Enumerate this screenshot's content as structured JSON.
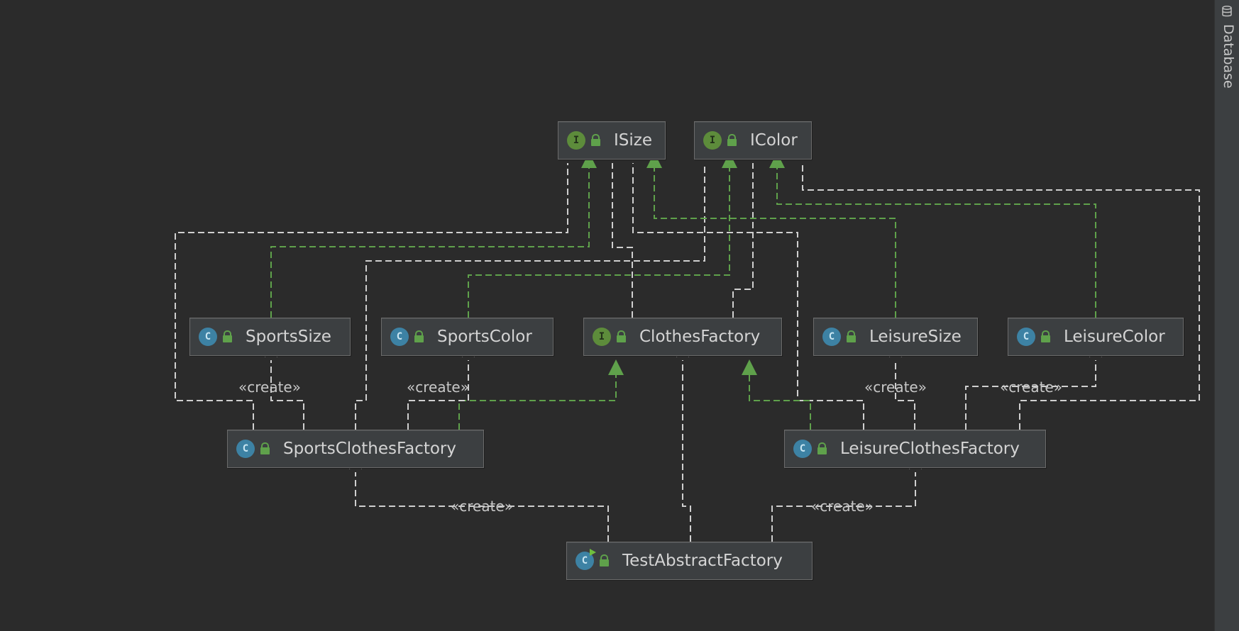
{
  "diagram": {
    "nodes": [
      {
        "id": "ISize",
        "label": "ISize",
        "kind": "interface"
      },
      {
        "id": "IColor",
        "label": "IColor",
        "kind": "interface"
      },
      {
        "id": "SportsSize",
        "label": "SportsSize",
        "kind": "class"
      },
      {
        "id": "SportsColor",
        "label": "SportsColor",
        "kind": "class"
      },
      {
        "id": "ClothesFactory",
        "label": "ClothesFactory",
        "kind": "interface"
      },
      {
        "id": "LeisureSize",
        "label": "LeisureSize",
        "kind": "class"
      },
      {
        "id": "LeisureColor",
        "label": "LeisureColor",
        "kind": "class"
      },
      {
        "id": "SportsClothesFactory",
        "label": "SportsClothesFactory",
        "kind": "class"
      },
      {
        "id": "LeisureClothesFactory",
        "label": "LeisureClothesFactory",
        "kind": "class"
      },
      {
        "id": "TestAbstractFactory",
        "label": "TestAbstractFactory",
        "kind": "class-runnable"
      }
    ],
    "relations": [
      {
        "from": "SportsSize",
        "to": "ISize",
        "type": "implements"
      },
      {
        "from": "SportsColor",
        "to": "IColor",
        "type": "implements"
      },
      {
        "from": "LeisureSize",
        "to": "ISize",
        "type": "implements"
      },
      {
        "from": "LeisureColor",
        "to": "IColor",
        "type": "implements"
      },
      {
        "from": "SportsClothesFactory",
        "to": "ClothesFactory",
        "type": "implements"
      },
      {
        "from": "LeisureClothesFactory",
        "to": "ClothesFactory",
        "type": "implements"
      },
      {
        "from": "SportsClothesFactory",
        "to": "ISize",
        "type": "uses"
      },
      {
        "from": "SportsClothesFactory",
        "to": "IColor",
        "type": "uses"
      },
      {
        "from": "ClothesFactory",
        "to": "ISize",
        "type": "uses"
      },
      {
        "from": "ClothesFactory",
        "to": "IColor",
        "type": "uses"
      },
      {
        "from": "LeisureClothesFactory",
        "to": "ISize",
        "type": "uses"
      },
      {
        "from": "LeisureClothesFactory",
        "to": "IColor",
        "type": "uses"
      },
      {
        "from": "SportsClothesFactory",
        "to": "SportsSize",
        "type": "create",
        "label": "«create»"
      },
      {
        "from": "SportsClothesFactory",
        "to": "SportsColor",
        "type": "create",
        "label": "«create»"
      },
      {
        "from": "LeisureClothesFactory",
        "to": "LeisureSize",
        "type": "create",
        "label": "«create»"
      },
      {
        "from": "LeisureClothesFactory",
        "to": "LeisureColor",
        "type": "create",
        "label": "«create»"
      },
      {
        "from": "TestAbstractFactory",
        "to": "SportsClothesFactory",
        "type": "create",
        "label": "«create»"
      },
      {
        "from": "TestAbstractFactory",
        "to": "LeisureClothesFactory",
        "type": "create",
        "label": "«create»"
      },
      {
        "from": "TestAbstractFactory",
        "to": "ClothesFactory",
        "type": "uses"
      }
    ]
  },
  "colors": {
    "background": "#2b2b2b",
    "implements_line": "#5fa14b",
    "dependency_line": "#cfcfcf"
  },
  "sidebar": {
    "database_tab": {
      "label": "Database",
      "icon": "database-icon"
    }
  }
}
